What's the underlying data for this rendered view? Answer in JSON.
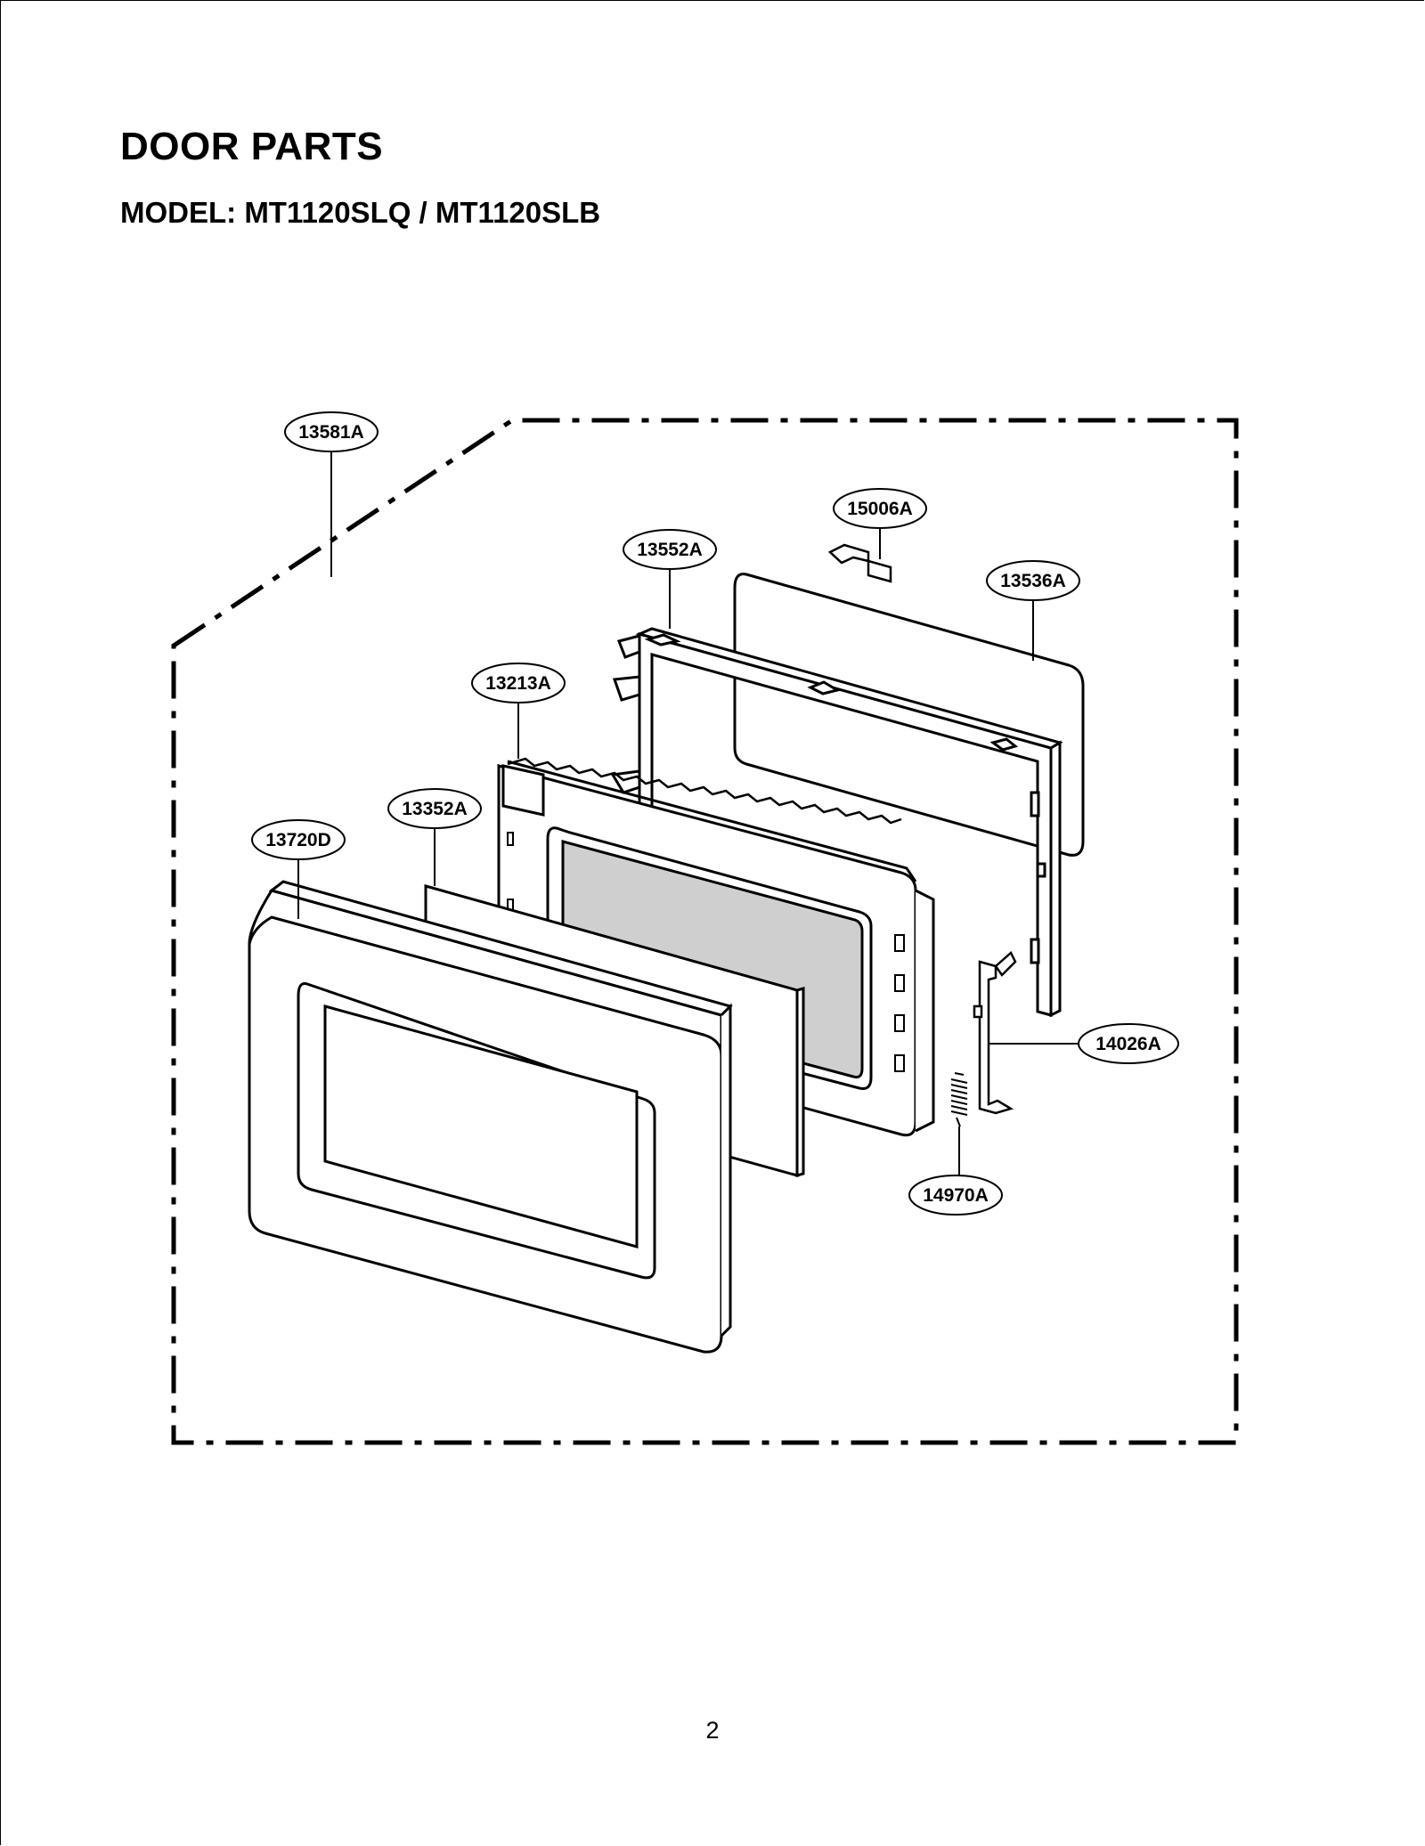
{
  "title": "DOOR PARTS",
  "model": "MODEL: MT1120SLQ / MT1120SLB",
  "page_number": "2",
  "callouts": {
    "c13581A": "13581A",
    "c15006A": "15006A",
    "c13552A": "13552A",
    "c13536A": "13536A",
    "c13213A": "13213A",
    "c13352A": "13352A",
    "c13720D": "13720D",
    "c14026A": "14026A",
    "c14970A": "14970A"
  }
}
